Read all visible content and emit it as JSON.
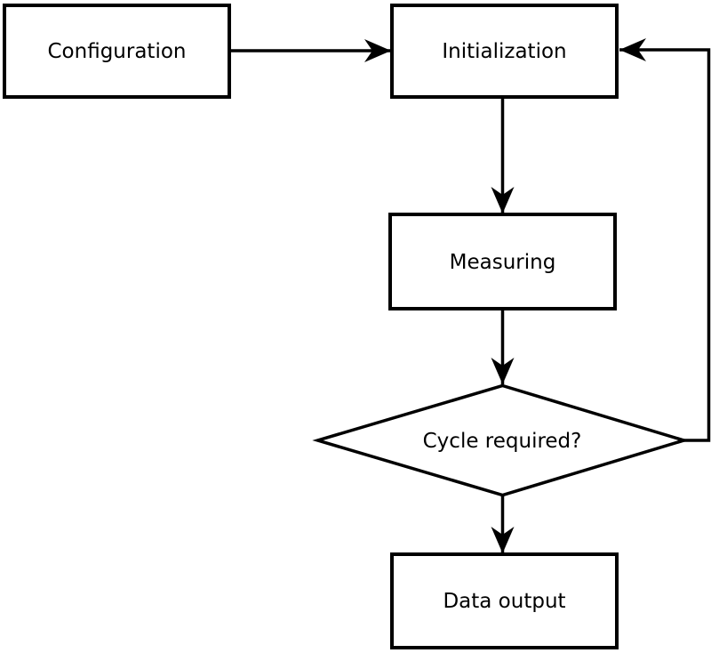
{
  "diagram": {
    "type": "flowchart",
    "colors": {
      "background": "#ffffff",
      "node_fill": "#ffffff",
      "stroke": "#000000",
      "text": "#000000"
    },
    "nodes": [
      {
        "id": "configuration",
        "shape": "rectangle",
        "label": "Configuration"
      },
      {
        "id": "initialization",
        "shape": "rectangle",
        "label": "Initialization"
      },
      {
        "id": "measuring",
        "shape": "rectangle",
        "label": "Measuring"
      },
      {
        "id": "cycle-required",
        "shape": "diamond",
        "label": "Cycle required?"
      },
      {
        "id": "data-output",
        "shape": "rectangle",
        "label": "Data output"
      }
    ],
    "edges": [
      {
        "from": "configuration",
        "to": "initialization",
        "label": ""
      },
      {
        "from": "initialization",
        "to": "measuring",
        "label": ""
      },
      {
        "from": "measuring",
        "to": "cycle-required",
        "label": ""
      },
      {
        "from": "cycle-required",
        "to": "data-output",
        "label": ""
      },
      {
        "from": "cycle-required",
        "to": "initialization",
        "label": "",
        "kind": "feedback-loop"
      }
    ]
  }
}
